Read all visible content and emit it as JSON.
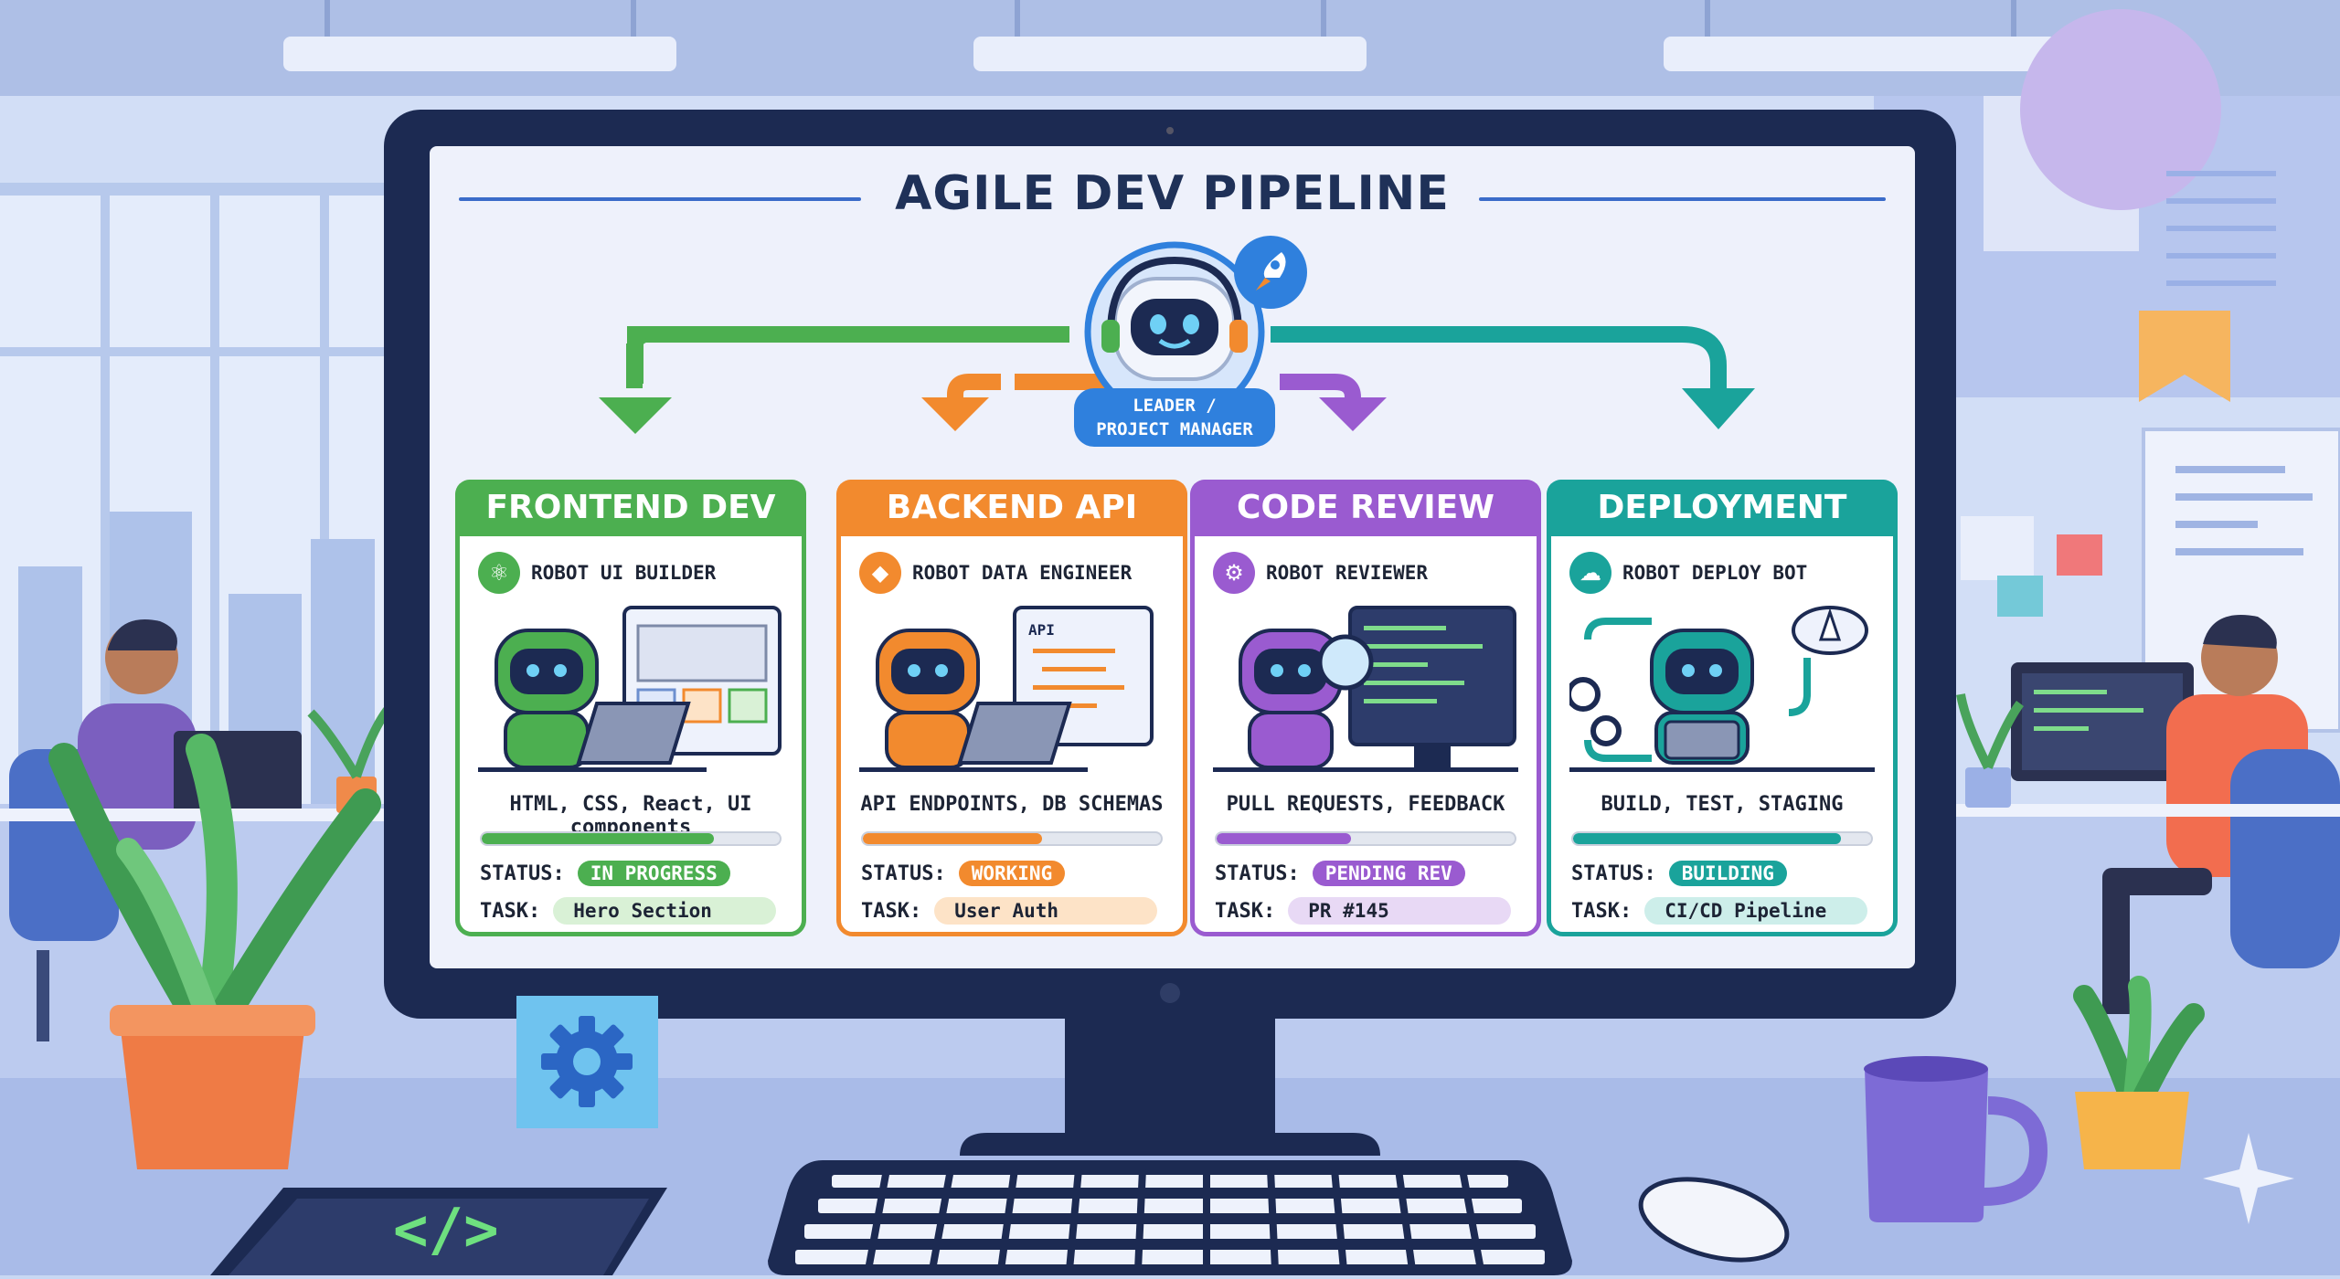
{
  "title": "AGILE DEV PIPELINE",
  "leader": {
    "line1": "LEADER /",
    "line2": "PROJECT MANAGER"
  },
  "cards": [
    {
      "name": "FRONTEND DEV",
      "role": "ROBOT UI BUILDER",
      "desc": "HTML, CSS, React, UI components",
      "status_label": "STATUS:",
      "status": "IN PROGRESS",
      "task_label": "TASK:",
      "task": "Hero Section",
      "progress": 0.78,
      "color": "#4caf50",
      "light": "#d9f1d6"
    },
    {
      "name": "BACKEND API",
      "role": "ROBOT DATA ENGINEER",
      "desc": "API ENDPOINTS, DB SCHEMAS",
      "status_label": "STATUS:",
      "status": "WORKING",
      "task_label": "TASK:",
      "task": "User Auth",
      "progress": 0.6,
      "color": "#f28a2e",
      "light": "#fde3c7"
    },
    {
      "name": "CODE REVIEW",
      "role": "ROBOT REVIEWER",
      "desc": "PULL REQUESTS, FEEDBACK",
      "status_label": "STATUS:",
      "status": "PENDING REV",
      "task_label": "TASK:",
      "task": "PR #145",
      "progress": 0.45,
      "color": "#9a5bd0",
      "light": "#e8d9f5"
    },
    {
      "name": "DEPLOYMENT",
      "role": "ROBOT DEPLOY BOT",
      "desc": "BUILD, TEST, STAGING",
      "status_label": "STATUS:",
      "status": "BUILDING",
      "task_label": "TASK:",
      "task": "CI/CD Pipeline",
      "progress": 0.9,
      "color": "#1aa39b",
      "light": "#cdeeea"
    }
  ],
  "illus_labels": {
    "api": "API"
  },
  "icons": {
    "rocket": "rocket-icon",
    "gear": "gear-icon",
    "code": "code-icon"
  },
  "code_tag": "</>"
}
